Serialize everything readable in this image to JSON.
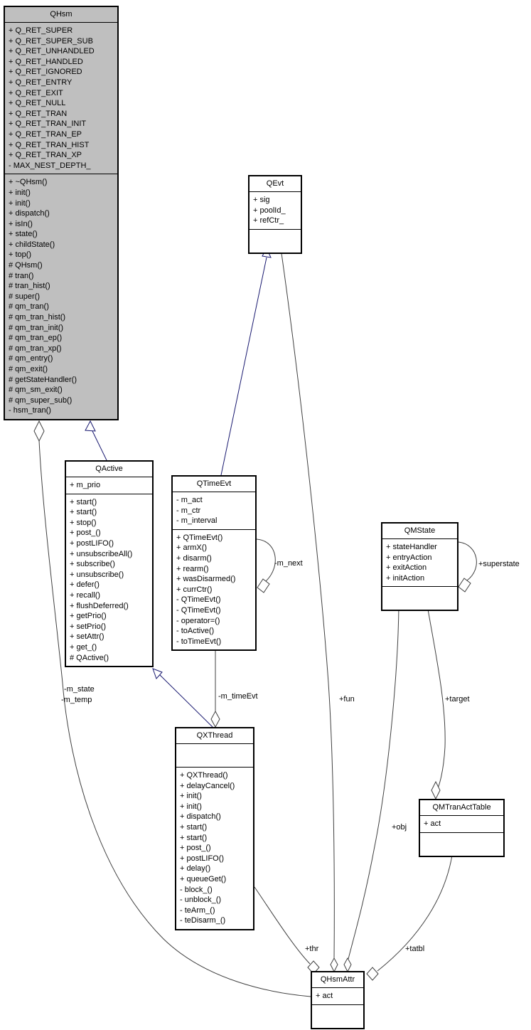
{
  "classes": {
    "qhsm": {
      "name": "QHsm",
      "attributes": [
        "+ Q_RET_SUPER",
        "+ Q_RET_SUPER_SUB",
        "+ Q_RET_UNHANDLED",
        "+ Q_RET_HANDLED",
        "+ Q_RET_IGNORED",
        "+ Q_RET_ENTRY",
        "+ Q_RET_EXIT",
        "+ Q_RET_NULL",
        "+ Q_RET_TRAN",
        "+ Q_RET_TRAN_INIT",
        "+ Q_RET_TRAN_EP",
        "+ Q_RET_TRAN_HIST",
        "+ Q_RET_TRAN_XP",
        "- MAX_NEST_DEPTH_"
      ],
      "methods": [
        "+ ~QHsm()",
        "+ init()",
        "+ init()",
        "+ dispatch()",
        "+ isIn()",
        "+ state()",
        "+ childState()",
        "+ top()",
        "# QHsm()",
        "# tran()",
        "# tran_hist()",
        "# super()",
        "# qm_tran()",
        "# qm_tran_hist()",
        "# qm_tran_init()",
        "# qm_tran_ep()",
        "# qm_tran_xp()",
        "# qm_entry()",
        "# qm_exit()",
        "# getStateHandler()",
        "# qm_sm_exit()",
        "# qm_super_sub()",
        "- hsm_tran()"
      ]
    },
    "qevt": {
      "name": "QEvt",
      "attributes": [
        "+ sig",
        "+ poolId_",
        "+ refCtr_"
      ],
      "methods": []
    },
    "qactive": {
      "name": "QActive",
      "attributes": [
        "+ m_prio"
      ],
      "methods": [
        "+ start()",
        "+ start()",
        "+ stop()",
        "+ post_()",
        "+ postLIFO()",
        "+ unsubscribeAll()",
        "+ subscribe()",
        "+ unsubscribe()",
        "+ defer()",
        "+ recall()",
        "+ flushDeferred()",
        "+ getPrio()",
        "+ setPrio()",
        "+ setAttr()",
        "+ get_()",
        "# QActive()"
      ]
    },
    "qtimeevt": {
      "name": "QTimeEvt",
      "attributes": [
        "- m_act",
        "- m_ctr",
        "- m_interval"
      ],
      "methods": [
        "+ QTimeEvt()",
        "+ armX()",
        "+ disarm()",
        "+ rearm()",
        "+ wasDisarmed()",
        "+ currCtr()",
        "- QTimeEvt()",
        "- QTimeEvt()",
        "- operator=()",
        "- toActive()",
        "- toTimeEvt()"
      ]
    },
    "qmstate": {
      "name": "QMState",
      "attributes": [
        "+ stateHandler",
        "+ entryAction",
        "+ exitAction",
        "+ initAction"
      ],
      "methods": []
    },
    "qxthread": {
      "name": "QXThread",
      "attributes": [],
      "methods": [
        "+ QXThread()",
        "+ delayCancel()",
        "+ init()",
        "+ init()",
        "+ dispatch()",
        "+ start()",
        "+ start()",
        "+ post_()",
        "+ postLIFO()",
        "+ delay()",
        "+ queueGet()",
        "- block_()",
        "- unblock_()",
        "- teArm_()",
        "- teDisarm_()"
      ]
    },
    "qmtranacttable": {
      "name": "QMTranActTable",
      "attributes": [
        "+ act"
      ],
      "methods": []
    },
    "qhsmattr": {
      "name": "QHsmAttr",
      "attributes": [
        "+ act"
      ],
      "methods": []
    }
  },
  "labels": {
    "m_state": "-m_state",
    "m_temp": "-m_temp",
    "m_next": "-m_next",
    "m_timeEvt": "-m_timeEvt",
    "fun": "+fun",
    "target": "+target",
    "obj": "+obj",
    "superstate": "+superstate",
    "thr": "+thr",
    "tatbl": "+tatbl"
  },
  "colors": {
    "inheritance": "#191970",
    "usage": "#404040",
    "selected_fill": "#bfbfbf",
    "box_fill": "#ffffff",
    "border": "#000000"
  }
}
